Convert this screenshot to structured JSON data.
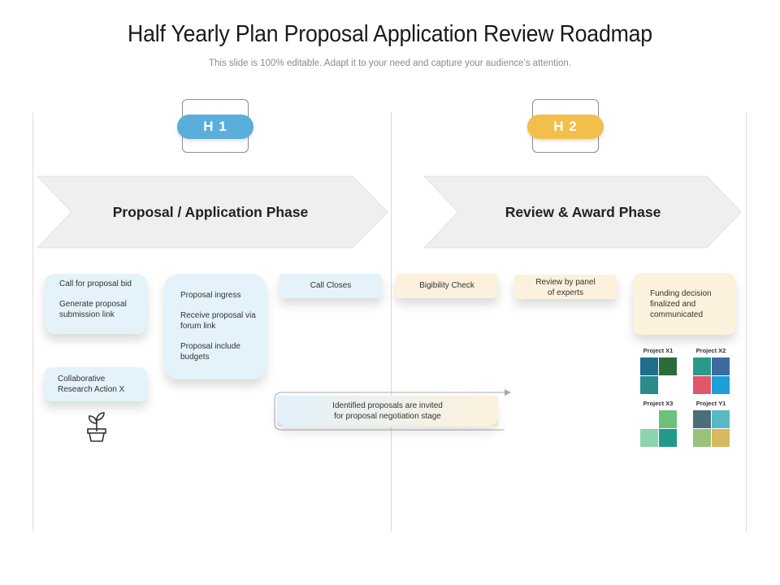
{
  "title": "Half Yearly Plan Proposal Application Review Roadmap",
  "subtitle": "This slide is 100% editable. Adapt it to your need and capture your audience’s attention.",
  "halves": [
    {
      "label": "H 1",
      "color": "#5aaedb"
    },
    {
      "label": "H 2",
      "color": "#f2c04a"
    }
  ],
  "phases": [
    {
      "label": "Proposal / Application Phase"
    },
    {
      "label": "Review & Award Phase"
    }
  ],
  "cards": {
    "call_for_proposal": {
      "line1": "Call for proposal bid",
      "line2": "Generate proposal submission link"
    },
    "collaborative": "Collaborative Research Action X",
    "ingress": {
      "line1": "Proposal ingress",
      "line2": "Receive proposal via forum link",
      "line3": "Proposal include budgets"
    },
    "call_closes": "Call Closes",
    "eligibility": "Bigibility Check",
    "review_panel": "Review by panel of experts",
    "funding": "Funding decision finalized and communicated",
    "identified": "Identified proposals are invited for proposal negotiation stage"
  },
  "projects": [
    {
      "label": "Project X1",
      "colors": [
        "#1f6f8b",
        "#2e6b3a",
        "#2a8b8b",
        "#ffffff"
      ]
    },
    {
      "label": "Project X2",
      "colors": [
        "#2a9a8a",
        "#3e6aa0",
        "#e0566a",
        "#1ba0d8"
      ]
    },
    {
      "label": "Project X3",
      "colors": [
        "#ffffff",
        "#6fc07a",
        "#8ed3b0",
        "#229a8a"
      ]
    },
    {
      "label": "Project Y1",
      "colors": [
        "#4a6f7a",
        "#5ab7c6",
        "#9ac27a",
        "#d8b860"
      ]
    }
  ],
  "icons": {
    "plant": "plant-pot-icon"
  },
  "colors": {
    "blue_card": "#e4f2fa",
    "cream_card": "#fcf1dc",
    "phase_fill": "#efefef"
  }
}
